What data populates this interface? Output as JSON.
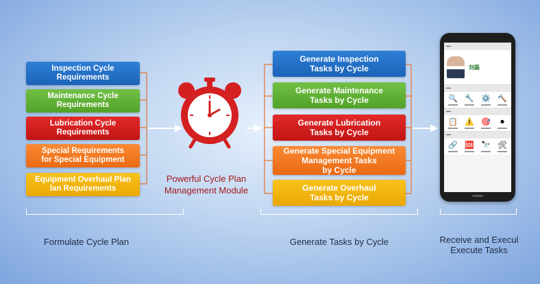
{
  "left_boxes": [
    {
      "label": "Inspection Cycle\nRequirements",
      "color": "blue"
    },
    {
      "label": "Maintenance Cycle\nRequirements",
      "color": "green"
    },
    {
      "label": "Lubrication Cycle\nRequirements",
      "color": "red"
    },
    {
      "label": "Special Requirements\nfor Special Equipment",
      "color": "orange"
    },
    {
      "label": "Equipment Overhaul Plan\nlan Requirements",
      "color": "yellow"
    }
  ],
  "center": {
    "label": "Powerful Cycle Plan\nManagement Module",
    "icon": "alarm-clock-icon"
  },
  "mid_boxes": [
    {
      "label": "Generate Inspection\nTasks by Cycle",
      "color": "blue"
    },
    {
      "label": "Generate Maintenance\nTasks by Cycle",
      "color": "green"
    },
    {
      "label": "Generate Lubrication\nTasks by Cycle",
      "color": "red"
    },
    {
      "label": "Generate Special Equipment\nManagement Tasks\nby Cycle",
      "color": "orange"
    },
    {
      "label": "Generate Overhaul\nTasks by Cycle",
      "color": "yellow"
    }
  ],
  "captions": {
    "formulate": "Formulate Cycle Plan",
    "generate": "Generate Tasks by Cycle",
    "receive": "Receive and Execul\nExecute Tasks"
  },
  "phone": {
    "name": "刘磊",
    "icons": [
      "🔍",
      "🔧",
      "⚙️",
      "🔨",
      "📋",
      "⚠️",
      "🎯",
      "⏺",
      "🔗",
      "🆘",
      "🔭",
      "🛠"
    ]
  },
  "colors": {
    "arrow": "#ffffff",
    "connector": "#e8722a",
    "clock": "#d42020"
  }
}
